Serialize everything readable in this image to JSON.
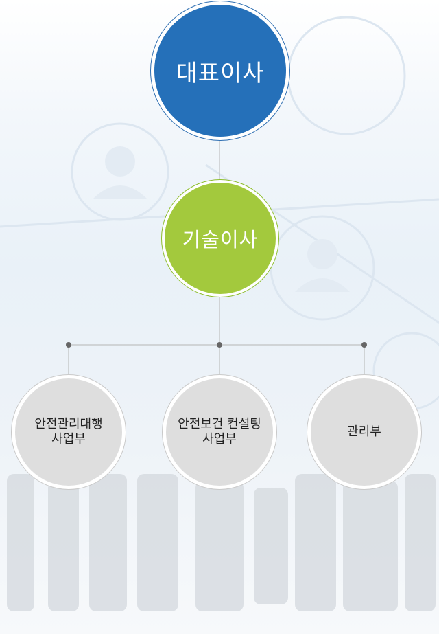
{
  "org_chart": {
    "ceo": {
      "label": "대표이사",
      "color": "#2570b9"
    },
    "cto": {
      "label": "기술이사",
      "color": "#a3c93d"
    },
    "departments": [
      {
        "line1": "안전관리대행",
        "line2": "사업부"
      },
      {
        "line1": "안전보건 컨설팅",
        "line2": "사업부"
      },
      {
        "line1": "관리부",
        "line2": ""
      }
    ],
    "department_color": "#dedede",
    "connector_color": "#b5b5b5",
    "dot_color": "#666666"
  }
}
